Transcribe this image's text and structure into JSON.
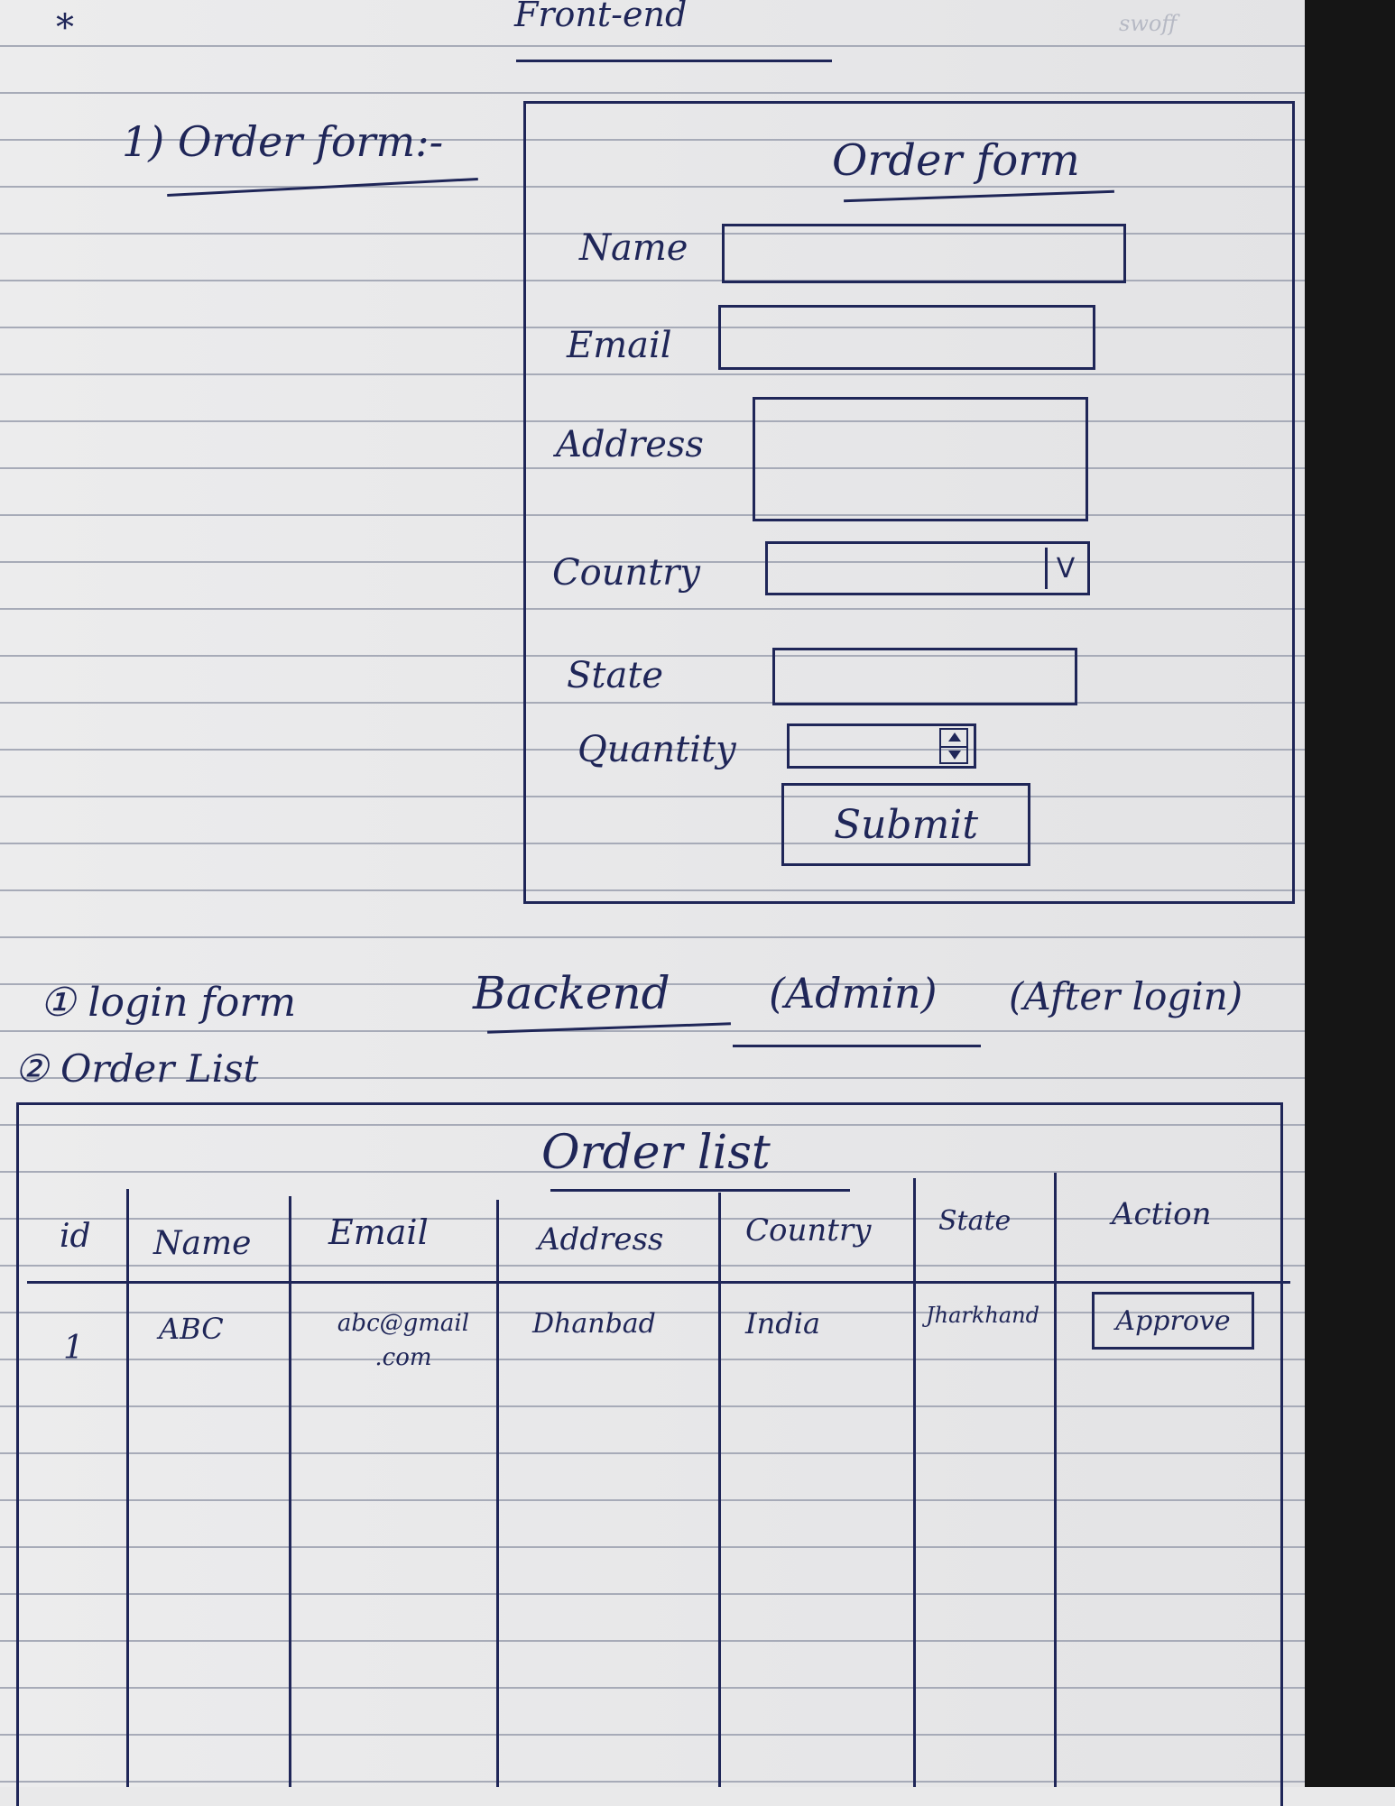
{
  "notes": {
    "star": "*",
    "top_heading": "Front-end",
    "corner_scribble": "swoff",
    "section1": "1) Order form:-",
    "item1": "① login form",
    "item2": "② Order List",
    "backend": "Backend",
    "admin": "(Admin)",
    "after_login": "(After login)"
  },
  "order_form": {
    "title": "Order form",
    "fields": {
      "name_label": "Name",
      "email_label": "Email",
      "address_label": "Address",
      "country_label": "Country",
      "country_dropdown": "V",
      "state_label": "State",
      "quantity_label": "Quantity"
    },
    "submit_label": "Submit"
  },
  "order_list": {
    "title": "Order list",
    "headers": [
      "id",
      "Name",
      "Email",
      "Address",
      "Country",
      "State",
      "Action"
    ],
    "rows": [
      {
        "id": "1",
        "name": "ABC",
        "email": "abc@gmail .com",
        "address": "Dhanbad",
        "country": "India",
        "state": "Jharkhand",
        "action": "Approve"
      }
    ]
  }
}
